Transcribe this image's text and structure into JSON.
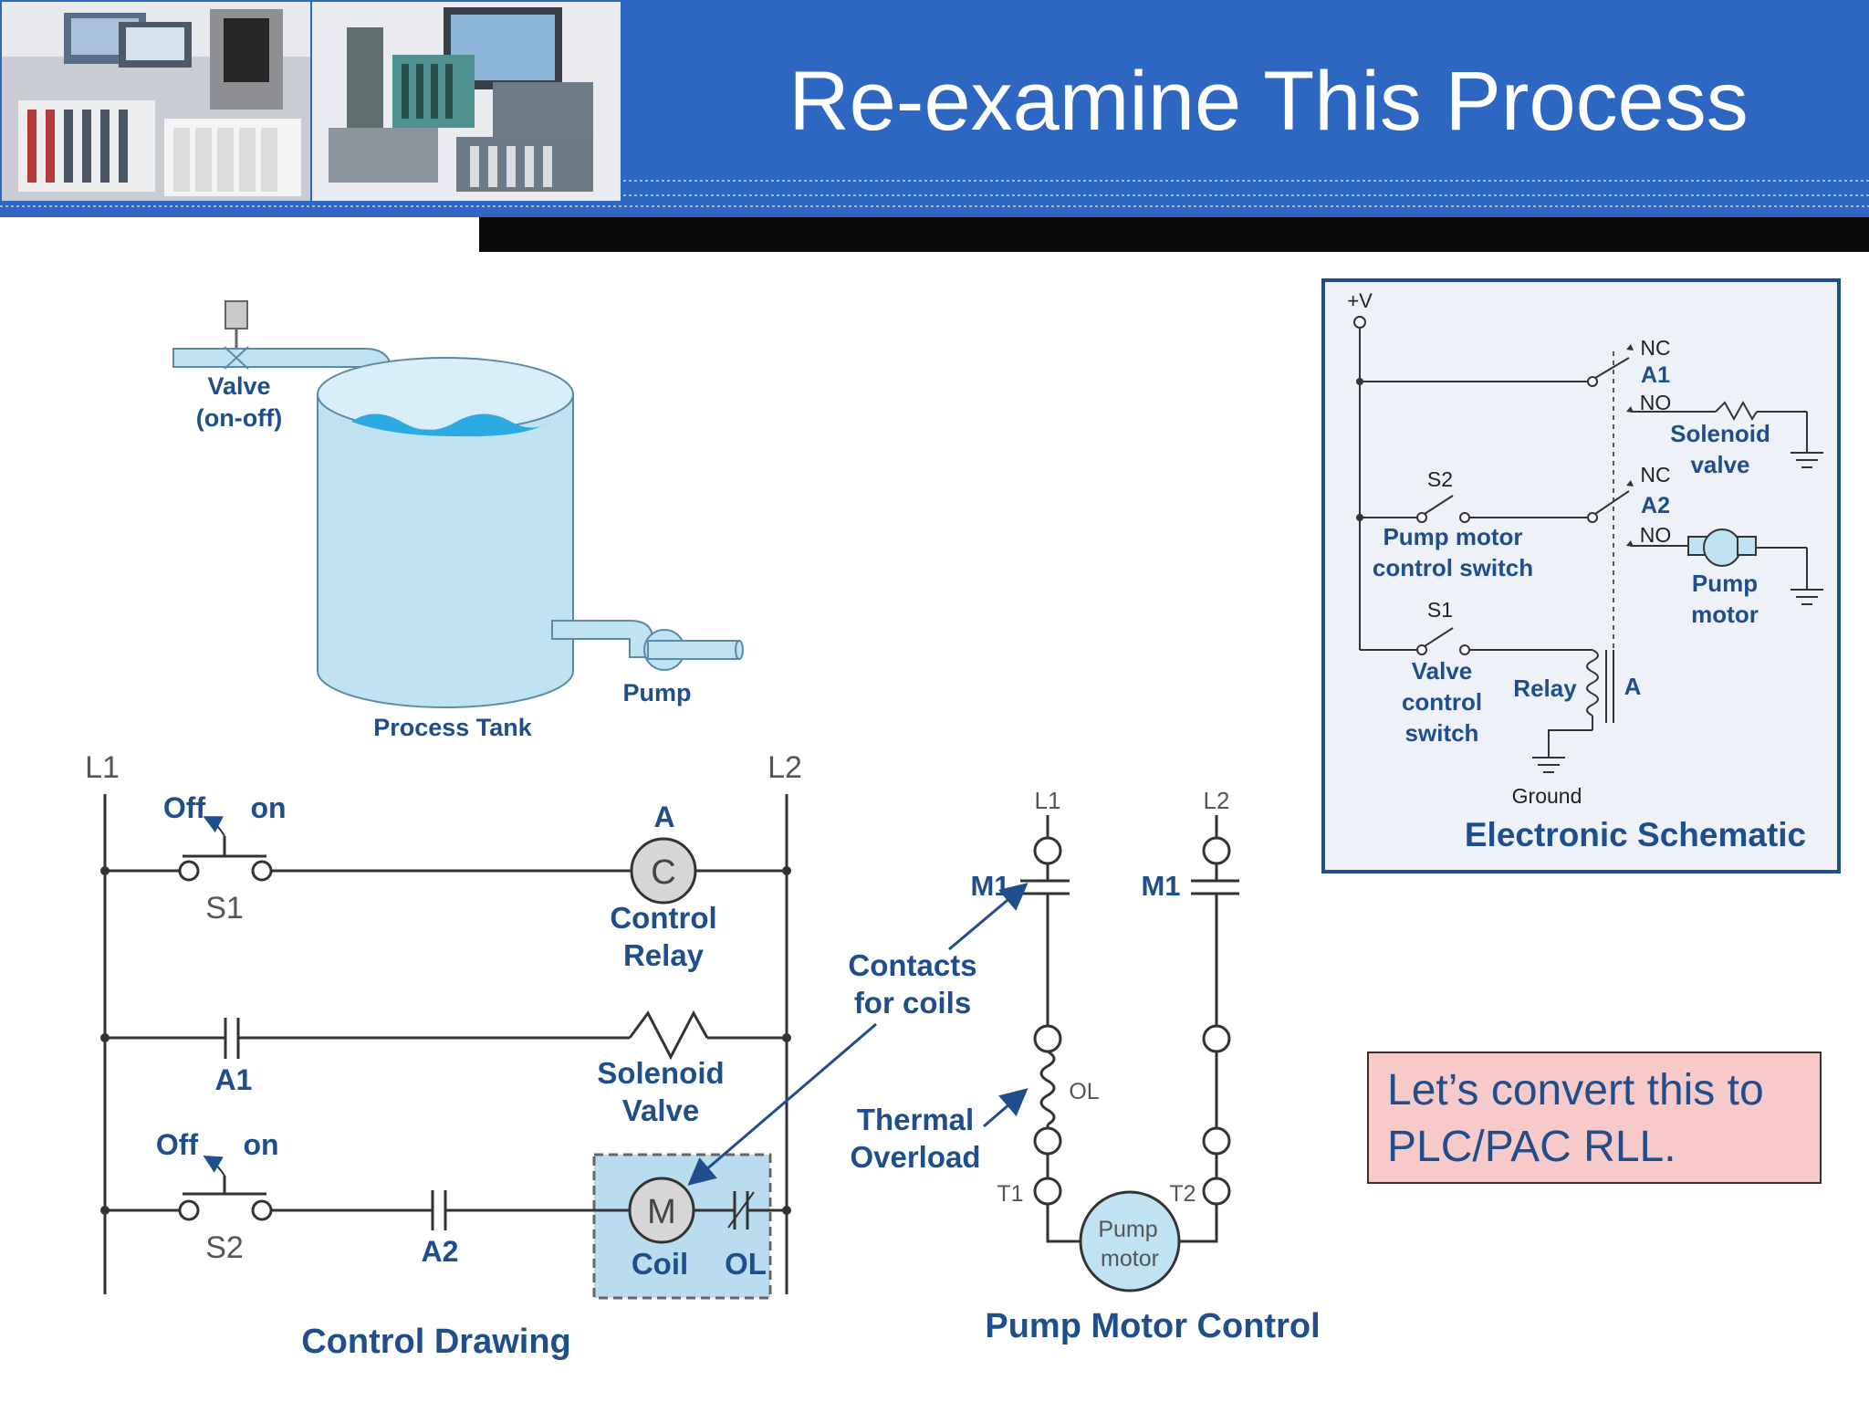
{
  "slide": {
    "title": "Re-examine This Process",
    "callout": {
      "line1": "Let’s convert this to",
      "line2": "PLC/PAC RLL."
    }
  },
  "colors": {
    "header_blue": "#2e67c2",
    "dark_bar": "#0a0a0a",
    "label_blue": "#1f4e8c",
    "tank_fill": "#bfe3f3",
    "water": "#2ba9e3",
    "schematic_bg": "#eef1f8",
    "callout_bg": "#f8c9c9",
    "highlight": "#b9dcef"
  },
  "process": {
    "valve_label_1": "Valve",
    "valve_label_2": "(on-off)",
    "tank_label": "Process Tank",
    "pump_label": "Pump"
  },
  "control": {
    "l1": "L1",
    "l2": "L2",
    "off1": "Off",
    "on1": "on",
    "s1": "S1",
    "a_label": "A",
    "c_coil": "C",
    "control_relay_1": "Control",
    "control_relay_2": "Relay",
    "a1": "A1",
    "solenoid_1": "Solenoid",
    "solenoid_2": "Valve",
    "off2": "Off",
    "on2": "on",
    "s2": "S2",
    "a2": "A2",
    "m_coil": "M",
    "coil": "Coil",
    "ol": "OL",
    "caption": "Control Drawing"
  },
  "pump_control": {
    "l1": "L1",
    "l2": "L2",
    "m1_left": "M1",
    "m1_right": "M1",
    "contacts_1": "Contacts",
    "contacts_2": "for coils",
    "thermal_1": "Thermal",
    "thermal_2": "Overload",
    "ol": "OL",
    "t1": "T1",
    "t2": "T2",
    "motor_1": "Pump",
    "motor_2": "motor",
    "caption": "Pump Motor Control"
  },
  "schematic": {
    "vplus": "+V",
    "nc1": "NC",
    "a1": "A1",
    "no1": "NO",
    "solenoid_1": "Solenoid",
    "solenoid_2": "valve",
    "s2": "S2",
    "nc2": "NC",
    "a2": "A2",
    "no2": "NO",
    "pump_switch_1": "Pump motor",
    "pump_switch_2": "control switch",
    "pump_motor_1": "Pump",
    "pump_motor_2": "motor",
    "s1": "S1",
    "valve_switch_1": "Valve",
    "valve_switch_2": "control",
    "valve_switch_3": "switch",
    "relay": "Relay",
    "a": "A",
    "ground": "Ground",
    "caption": "Electronic Schematic"
  }
}
